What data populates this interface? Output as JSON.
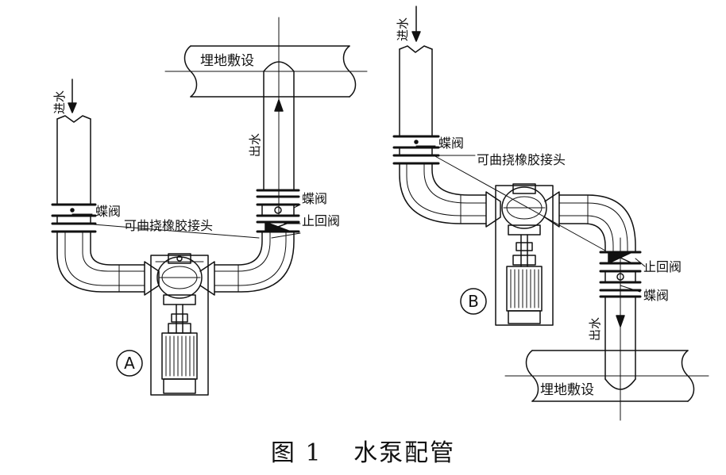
{
  "figure": {
    "caption_number": "图 1",
    "caption_title": "水泵配管"
  },
  "panel_a": {
    "marker": "A",
    "inlet": "进水",
    "outlet": "出水",
    "butterfly_valve_in": "蝶阀",
    "butterfly_valve_out": "蝶阀",
    "check_valve": "止回阀",
    "flex_joint": "可曲挠橡胶接头",
    "buried": "埋地敷设"
  },
  "panel_b": {
    "marker": "B",
    "inlet": "进水",
    "outlet": "出水",
    "butterfly_valve_in": "蝶阀",
    "butterfly_valve_out": "蝶阀",
    "check_valve": "止回阀",
    "flex_joint": "可曲挠橡胶接头",
    "buried": "埋地敷设"
  }
}
